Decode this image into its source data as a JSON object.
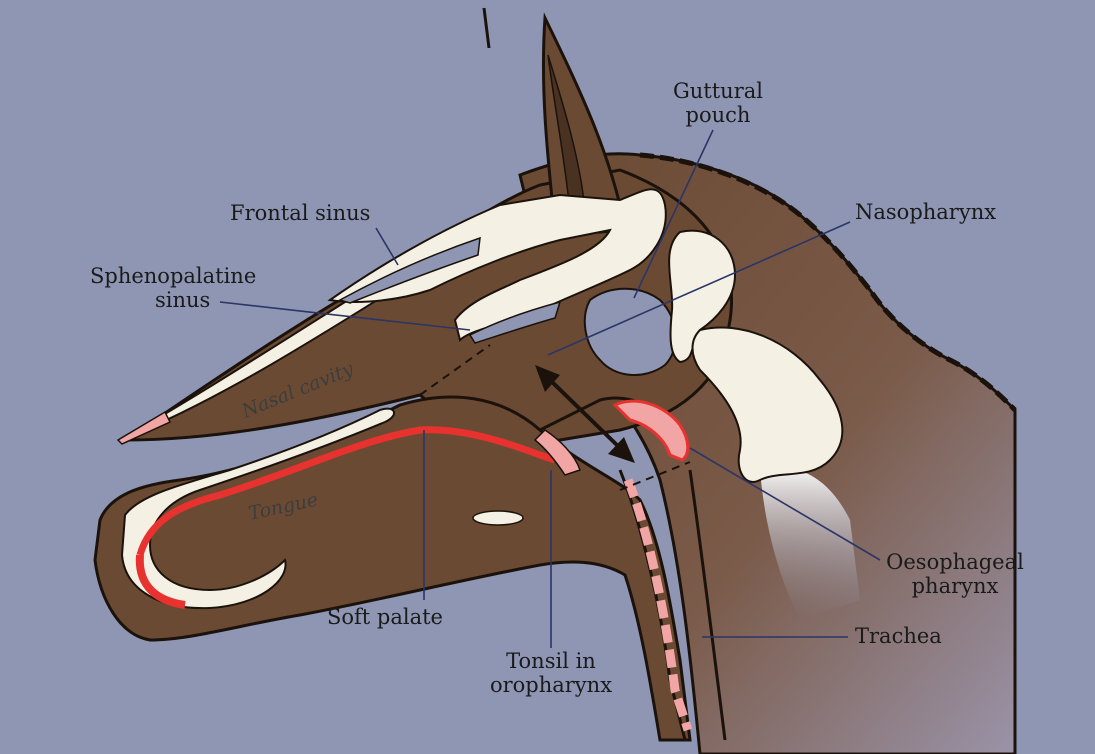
{
  "colors": {
    "background": "#8e96b3",
    "tissue": "#6b4a33",
    "bone": "#f4f1e4",
    "mucosa": "#e8322f",
    "tonsil": "#f1a5a5",
    "leader_line": "#2b3566",
    "outline": "#1b120c"
  },
  "labels": {
    "guttural_line1": "Guttural",
    "guttural_line2": "pouch",
    "frontal_sinus": "Frontal sinus",
    "sphenopalatine_line1": "Sphenopalatine",
    "sphenopalatine_line2": "sinus",
    "nasopharynx": "Nasopharynx",
    "nasal_cavity": "Nasal cavity",
    "tongue": "Tongue",
    "soft_palate": "Soft palate",
    "tonsil_line1": "Tonsil in",
    "tonsil_line2": "oropharynx",
    "oesophageal_line1": "Oesophageal",
    "oesophageal_line2": "pharynx",
    "trachea": "Trachea"
  },
  "icons": [
    "double-arrow-icon"
  ]
}
